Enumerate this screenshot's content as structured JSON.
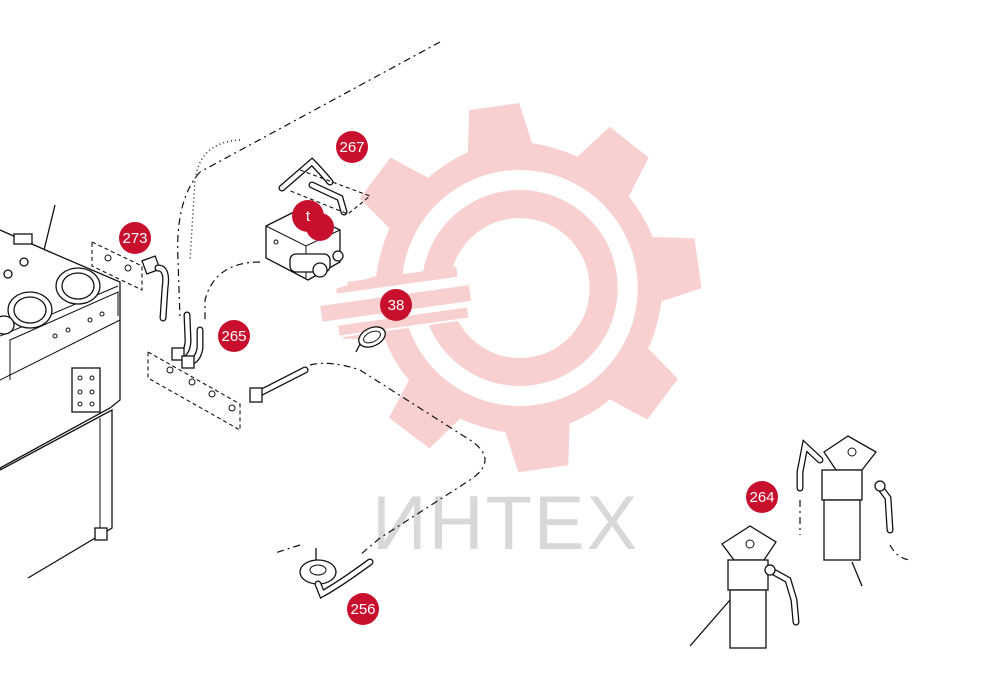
{
  "watermark": {
    "text": "ИНТЕХ",
    "gear_color": "#f8d0d0"
  },
  "callouts": [
    {
      "id": "267",
      "label": "267"
    },
    {
      "id": "t",
      "label": "t"
    },
    {
      "id": "273",
      "label": "273"
    },
    {
      "id": "38",
      "label": "38"
    },
    {
      "id": "265",
      "label": "265"
    },
    {
      "id": "264",
      "label": "264"
    },
    {
      "id": "256",
      "label": "256"
    }
  ],
  "colors": {
    "callout": "#c8102e",
    "line": "#111111"
  }
}
